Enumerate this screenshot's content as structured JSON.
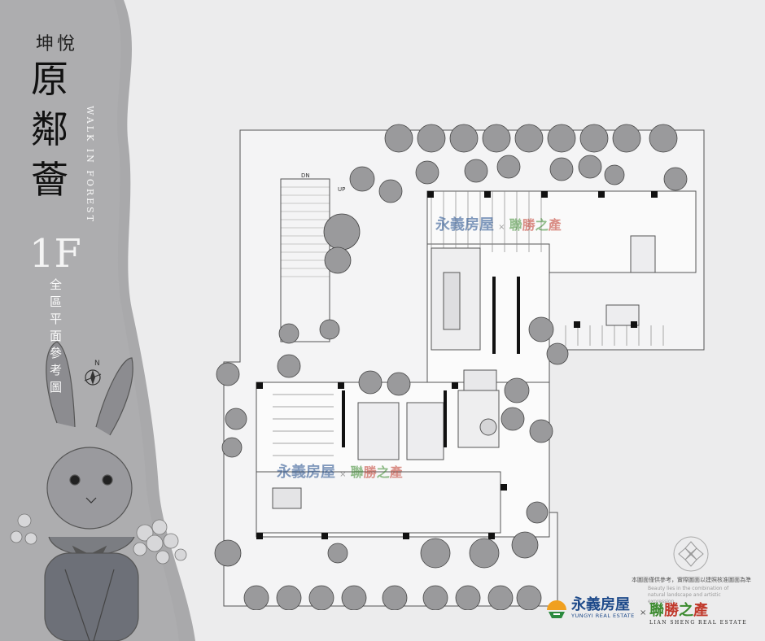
{
  "project": {
    "developer": "坤悅",
    "name_line1": "原鄰",
    "name_line2": "薈",
    "english": "WALK IN FOREST"
  },
  "floor": {
    "label": "1F",
    "caption": "全區平面參考圖"
  },
  "compass": {
    "letter": "N"
  },
  "plan_labels": {
    "dn": "DN",
    "up": "UP"
  },
  "disclaimer": {
    "chinese": "本圖面僅供參考，實際圖面以建照核准圖面為準",
    "english": "Beauty lies in the combination of natural landscape and artistic expression."
  },
  "logos": {
    "yungyi_cn": "永義房屋",
    "yungyi_en": "YUNGYI REAL ESTATE",
    "times": "×",
    "lian_chars": [
      "聯",
      "勝",
      "之",
      "產"
    ],
    "lian_en": "LIAN SHENG REAL ESTATE"
  },
  "colors": {
    "banner_grey": "#a9a9ab",
    "yungyi_blue": "#1e4a8a",
    "yungyi_orange": "#f0a020",
    "yungyi_green": "#2b8a3e",
    "lian_red": "#c0392b",
    "lian_green": "#3b8a2e"
  }
}
